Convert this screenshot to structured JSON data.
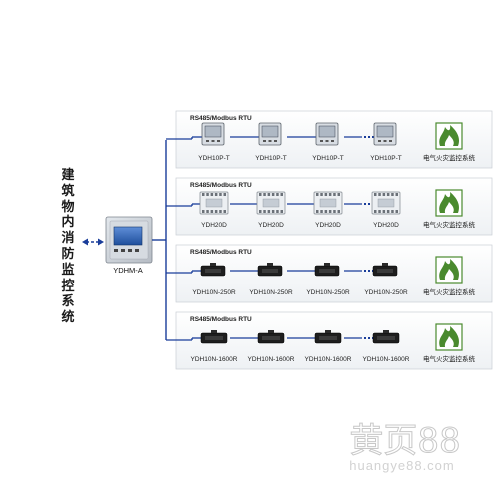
{
  "diagram": {
    "vertical_title": "建筑物内消防监控系统",
    "main_unit": {
      "label": "YDHM-A"
    },
    "rows": [
      {
        "bus_label": "RS485/Modbus RTU",
        "device_type": "meter",
        "devices": [
          "YDH10P-T",
          "YDH10P-T",
          "YDH10P-T",
          "YDH10P-T"
        ],
        "system_label": "电气火灾监控系统"
      },
      {
        "bus_label": "RS485/Modbus RTU",
        "device_type": "din",
        "devices": [
          "YDH20D",
          "YDH20D",
          "YDH20D",
          "YDH20D"
        ],
        "system_label": "电气火灾监控系统"
      },
      {
        "bus_label": "RS485/Modbus RTU",
        "device_type": "sensor",
        "devices": [
          "YDH10N-250R",
          "YDH10N-250R",
          "YDH10N-250R",
          "YDH10N-250R"
        ],
        "system_label": "电气火灾监控系统"
      },
      {
        "bus_label": "RS485/Modbus RTU",
        "device_type": "sensor-long",
        "devices": [
          "YDH10N-1600R",
          "YDH10N-1600R",
          "YDH10N-1600R",
          "YDH10N-1600R"
        ],
        "system_label": "电气火灾监控系统"
      }
    ],
    "link_color": "#1a3d9a",
    "fire_icon_color": "#4a8a2e",
    "watermark": {
      "main": "黄页88",
      "sub": "huangye88.com"
    }
  }
}
